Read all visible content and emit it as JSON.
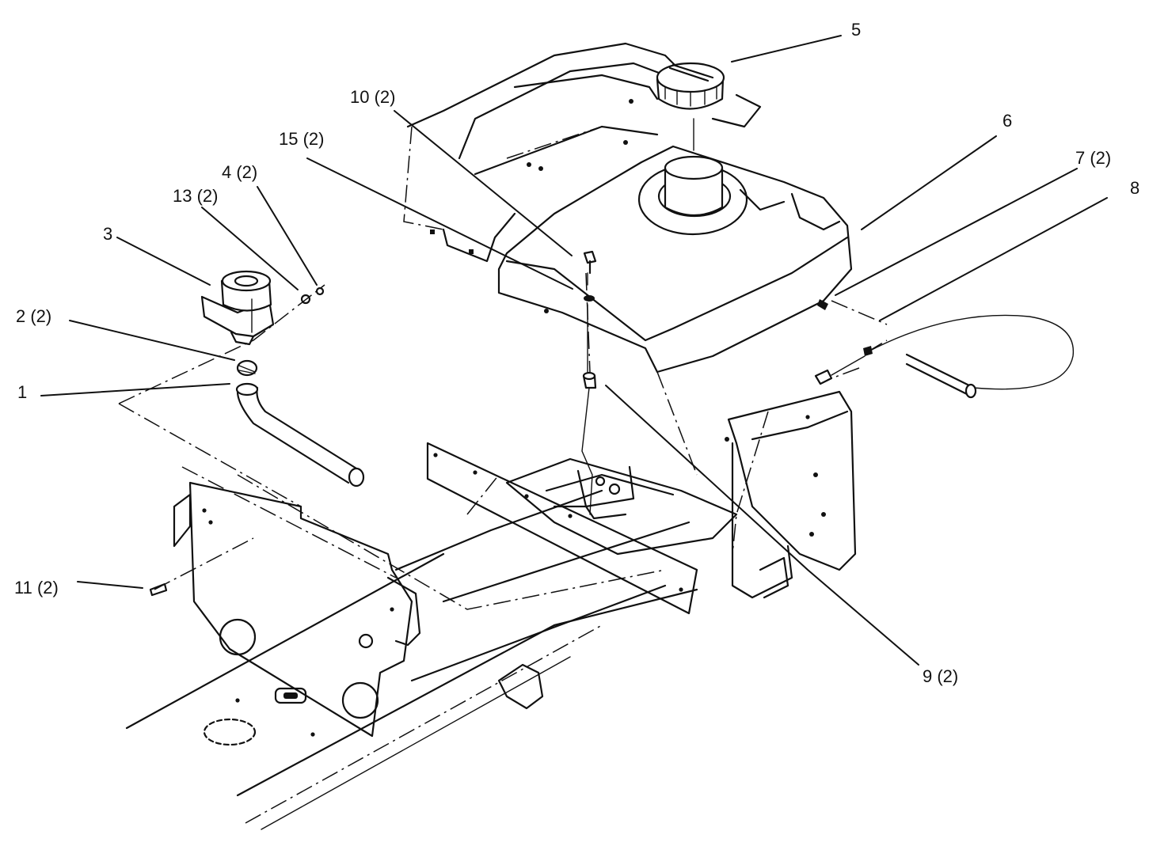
{
  "callouts": [
    {
      "id": "c1",
      "text": "1"
    },
    {
      "id": "c2",
      "text": "2 (2)"
    },
    {
      "id": "c3",
      "text": "3"
    },
    {
      "id": "c4",
      "text": "4 (2)"
    },
    {
      "id": "c5",
      "text": "5"
    },
    {
      "id": "c6",
      "text": "6"
    },
    {
      "id": "c7",
      "text": "7 (2)"
    },
    {
      "id": "c8",
      "text": "8"
    },
    {
      "id": "c9",
      "text": "9 (2)"
    },
    {
      "id": "c10",
      "text": "10 (2)"
    },
    {
      "id": "c11",
      "text": "11 (2)"
    },
    {
      "id": "c13",
      "text": "13 (2)"
    },
    {
      "id": "c15",
      "text": "15 (2)"
    }
  ]
}
